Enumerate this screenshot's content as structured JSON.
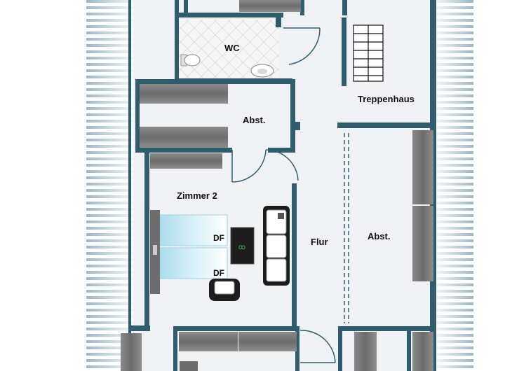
{
  "rooms": {
    "wc": "WC",
    "treppenhaus": "Treppenhaus",
    "abst_small": "Abst.",
    "zimmer2": "Zimmer 2",
    "flur": "Flur",
    "abst_large": "Abst."
  },
  "markers": {
    "df_top": "DF",
    "df_bottom": "DF"
  },
  "colors": {
    "wall": "#2f5d6e",
    "floor": "#f1f2f6",
    "window_glass": "#bde6f2",
    "cabinet": "#7c7c7c",
    "sofa": "#1c1c1c"
  }
}
